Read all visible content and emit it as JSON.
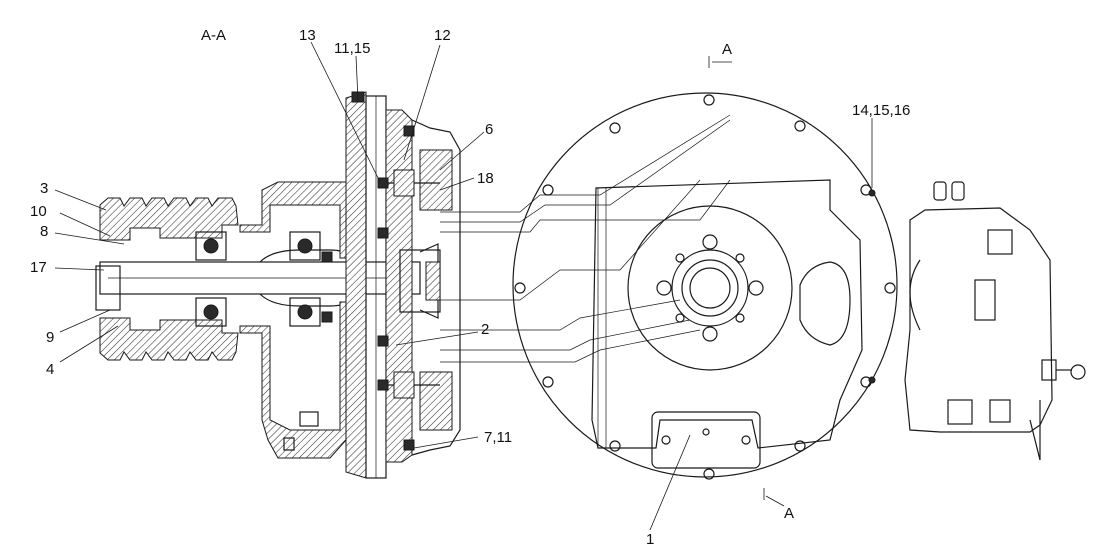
{
  "section_title": "A-A",
  "section_marks": {
    "top": "A",
    "bottom": "A"
  },
  "callouts": {
    "c1": "1",
    "c2": "2",
    "c3": "3",
    "c4": "4",
    "c6": "6",
    "c7_11": "7,11",
    "c8": "8",
    "c9": "9",
    "c10": "10",
    "c11_15": "11,15",
    "c12": "12",
    "c13": "13",
    "c14_15_16": "14,15,16",
    "c17": "17",
    "c18": "18"
  }
}
